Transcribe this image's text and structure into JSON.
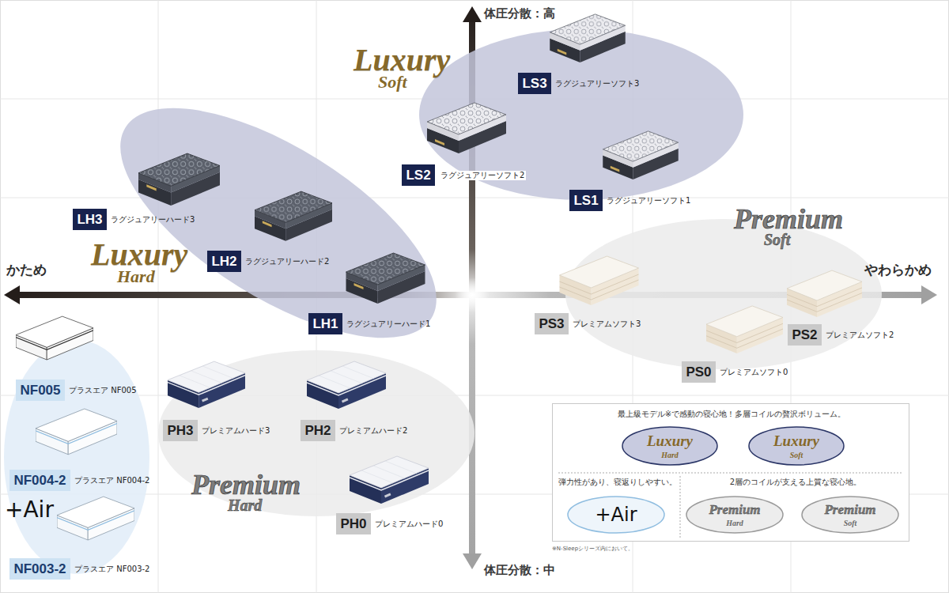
{
  "diagram": {
    "nodes": [
      {
        "text": [
          "Luxury",
          "Soft"
        ]
      },
      {
        "text": [
          "LS3",
          "ラグジュアリーソフト3"
        ],
        "in": 0
      },
      {
        "text": [
          "LS2",
          "ラグジュアリーソフト2"
        ],
        "in": 0
      },
      {
        "text": [
          "LS1",
          "ラグジュアリーソフト1"
        ],
        "in": 0
      },
      {
        "text": [
          "Luxury",
          "Hard"
        ]
      },
      {
        "text": [
          "LH3",
          "ラグジュアリーハード3"
        ],
        "in": 4
      },
      {
        "text": [
          "LH2",
          "ラグジュアリーハード2"
        ],
        "in": 4
      },
      {
        "text": [
          "LH1",
          "ラグジュアリーハード1"
        ],
        "in": 4
      },
      {
        "text": [
          "Premium",
          "Soft"
        ]
      },
      {
        "text": [
          "PS3",
          "プレミアムソフト3"
        ],
        "in": 8
      },
      {
        "text": [
          "PS0",
          "プレミアムソフト0"
        ],
        "in": 8
      },
      {
        "text": [
          "PS2",
          "プレミアムソフト2"
        ],
        "in": 8
      },
      {
        "text": [
          "+Air"
        ]
      },
      {
        "text": [
          "NF005",
          "プラスエア NF005"
        ],
        "in": 12
      },
      {
        "text": [
          "NF004-2",
          "プラスエア NF004-2"
        ],
        "in": 12
      },
      {
        "text": [
          "NF003-2",
          "プラスエア NF003-2"
        ],
        "in": 12
      },
      {
        "text": [
          "Premium",
          "Hard"
        ]
      },
      {
        "text": [
          "PH3",
          "プレミアムハード3"
        ],
        "in": 16
      },
      {
        "text": [
          "PH2",
          "プレミアムハード2"
        ],
        "in": 16
      },
      {
        "text": [
          "PH0",
          "プレミアムハード0"
        ],
        "in": 16
      },
      {
        "text": [
          "最上級モデル※で感動の寝心地！多層コイルの贅沢ボリューム。",
          "弾力性があり、寝返りしやすい。",
          "2層のコイルが支える上質な寝心地。"
        ]
      },
      {
        "text": [
          "Luxury",
          "Hard"
        ],
        "in": 20
      },
      {
        "text": [
          "Luxury",
          "Soft"
        ],
        "in": 20
      },
      {
        "text": [
          "+Air"
        ],
        "in": 20
      },
      {
        "text": [
          "Premium",
          "Hard"
        ],
        "in": 20
      },
      {
        "text": [
          "Premium",
          "Soft"
        ],
        "in": 20
      }
    ],
    "labels": [
      "体圧分散：高",
      "かため",
      "やわらかめ",
      "体圧分散：中",
      "※N-Sleepシリーズ内において。"
    ]
  }
}
